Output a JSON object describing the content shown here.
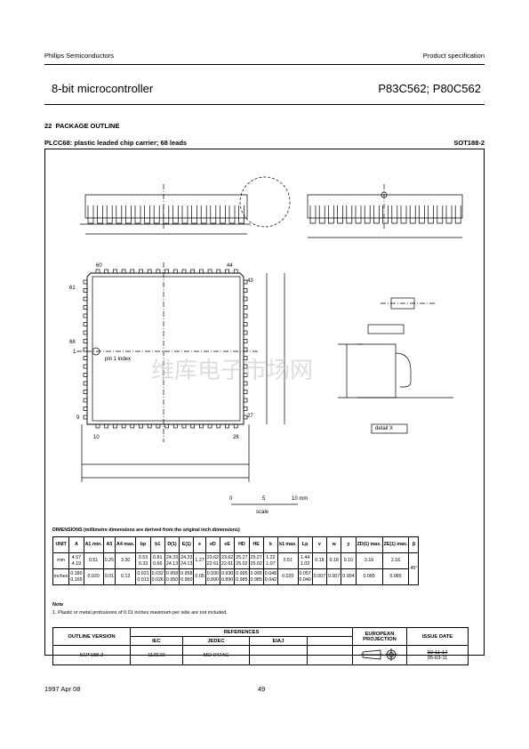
{
  "header": {
    "company": "Philips Semiconductors",
    "doc_type": "Product specification",
    "product": "8-bit microcontroller",
    "part_numbers": "P83C562; P80C562"
  },
  "section": {
    "number": "22",
    "title": "PACKAGE OUTLINE"
  },
  "package": {
    "description": "PLCC68: plastic leaded chip carrier; 68 leads",
    "code": "SOT188-2"
  },
  "drawing": {
    "pin_labels": [
      "60",
      "44",
      "61",
      "43",
      "68",
      "1",
      "9",
      "10",
      "26",
      "27"
    ],
    "pin1_index": "pin 1 index",
    "detail": "detail X",
    "scale": {
      "ticks": [
        "0",
        "5",
        "10 mm"
      ],
      "label": "scale"
    },
    "watermark": "维库电子市场网"
  },
  "dimensions": {
    "title": "DIMENSIONS (millimetre dimensions are derived from the original inch dimensions)",
    "columns": [
      "UNIT",
      "A",
      "A1 min.",
      "A3",
      "A4 max.",
      "bp",
      "b1",
      "D(1)",
      "E(1)",
      "e",
      "eD",
      "eE",
      "HD",
      "HE",
      "k",
      "k1 max.",
      "Lp",
      "v",
      "w",
      "y",
      "ZD(1) max.",
      "ZE(1) max.",
      "β"
    ],
    "rows": [
      {
        "unit": "mm",
        "A": [
          "4.57",
          "4.19"
        ],
        "A1": "0.51",
        "A3": "0.25",
        "A4": "3.30",
        "bp": [
          "0.53",
          "0.33"
        ],
        "b1": [
          "0.81",
          "0.66"
        ],
        "D": [
          "24.33",
          "24.13"
        ],
        "E": [
          "24.33",
          "24.13"
        ],
        "e": "1.27",
        "eD": [
          "23.62",
          "22.61"
        ],
        "eE": [
          "23.62",
          "22.61"
        ],
        "HD": [
          "25.27",
          "25.02"
        ],
        "HE": [
          "25.27",
          "25.02"
        ],
        "k": [
          "1.22",
          "1.07"
        ],
        "k1": "0.51",
        "Lp": [
          "1.44",
          "1.02"
        ],
        "v": "0.18",
        "w": "0.18",
        "y": "0.10",
        "ZD": "2.16",
        "ZE": "2.16"
      },
      {
        "unit": "inches",
        "A": [
          "0.180",
          "0.165"
        ],
        "A1": "0.020",
        "A3": "0.01",
        "A4": "0.13",
        "bp": [
          "0.021",
          "0.013"
        ],
        "b1": [
          "0.032",
          "0.026"
        ],
        "D": [
          "0.958",
          "0.950"
        ],
        "E": [
          "0.958",
          "0.950"
        ],
        "e": "0.05",
        "eD": [
          "0.930",
          "0.890"
        ],
        "eE": [
          "0.930",
          "0.890"
        ],
        "HD": [
          "0.995",
          "0.985"
        ],
        "HE": [
          "0.995",
          "0.985"
        ],
        "k": [
          "0.048",
          "0.042"
        ],
        "k1": "0.020",
        "Lp": [
          "0.057",
          "0.040"
        ],
        "v": "0.007",
        "w": "0.007",
        "y": "0.004",
        "ZD": "0.085",
        "ZE": "0.085"
      }
    ],
    "beta": "45°"
  },
  "note": {
    "title": "Note",
    "text": "1. Plastic or metal protrusions of 0.01 inches maximum per side are not included."
  },
  "references": {
    "headers": {
      "outline": "OUTLINE VERSION",
      "references": "REFERENCES",
      "iec": "IEC",
      "jedec": "JEDEC",
      "eiaj": "EIAJ",
      "projection": "EUROPEAN PROJECTION",
      "issue": "ISSUE DATE"
    },
    "row": {
      "outline": "SOT188-2",
      "iec": "112E10",
      "jedec": "MO-047AC",
      "eiaj": "",
      "issue_old": "92-11-17",
      "issue_new": "95-03-11"
    }
  },
  "footer": {
    "date": "1997 Apr 08",
    "page": "49"
  }
}
